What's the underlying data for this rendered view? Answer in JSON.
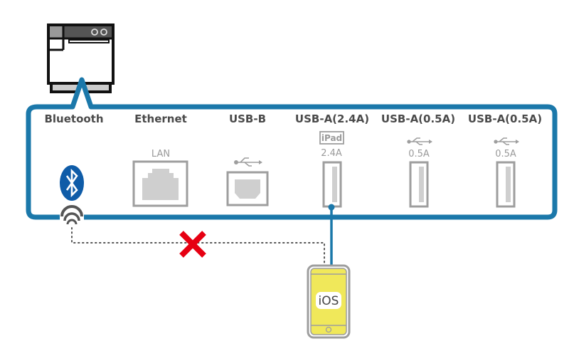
{
  "colors": {
    "frame_blue": "#1b78aa",
    "port_gray": "#9e9e9e",
    "port_fill": "#cfcfcf",
    "bluetooth_blue": "#0f5ca8",
    "cross_red": "#e60012",
    "phone_yellow": "#f0e85a",
    "text_dark": "#4a4a4a"
  },
  "ports": [
    {
      "label": "Bluetooth",
      "icon": "bluetooth-icon"
    },
    {
      "label": "Ethernet",
      "sub": "LAN",
      "icon": "lan-port-icon"
    },
    {
      "label": "USB-B",
      "icon": "usb-b-port-icon"
    },
    {
      "label": "USB-A(2.4A)",
      "badge": "iPad",
      "sub": "2.4A",
      "icon": "usb-a-port-icon"
    },
    {
      "label": "USB-A(0.5A)",
      "sub": "0.5A",
      "icon": "usb-a-port-icon"
    },
    {
      "label": "USB-A(0.5A)",
      "sub": "0.5A",
      "icon": "usb-a-port-icon"
    }
  ],
  "device": {
    "label": "iOS"
  },
  "connection": {
    "bluetooth_status": "not-supported"
  }
}
